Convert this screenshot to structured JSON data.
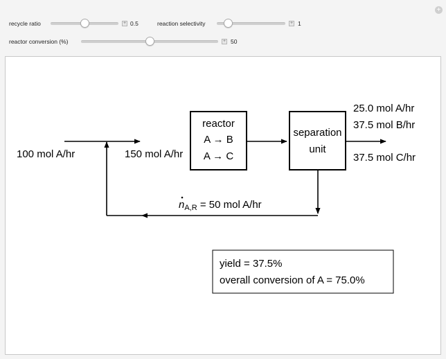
{
  "controls": {
    "recycle_ratio": {
      "label": "recycle ratio",
      "value": "0.5",
      "fraction": 0.5
    },
    "reaction_selectivity": {
      "label": "reaction selectivity",
      "value": "1",
      "fraction": 0.15
    },
    "reactor_conversion": {
      "label": "reactor conversion (%)",
      "value": "50",
      "fraction": 0.5
    }
  },
  "diagram": {
    "feed_label": "100 mol A/hr",
    "reactor_in_label": "150 mol A/hr",
    "reactor": {
      "title": "reactor",
      "reaction1": "A → B",
      "reaction2": "A → C"
    },
    "separator": {
      "line1": "separation",
      "line2": "unit"
    },
    "outputs": {
      "a": "25.0 mol A/hr",
      "b": "37.5 mol B/hr",
      "c": "37.5 mol C/hr"
    },
    "recycle": {
      "symbol": "n",
      "subscript": "A,R",
      "text": " = 50 mol A/hr"
    },
    "results": {
      "yield": "yield = 37.5%",
      "conversion": "overall conversion of A = 75.0%"
    }
  }
}
